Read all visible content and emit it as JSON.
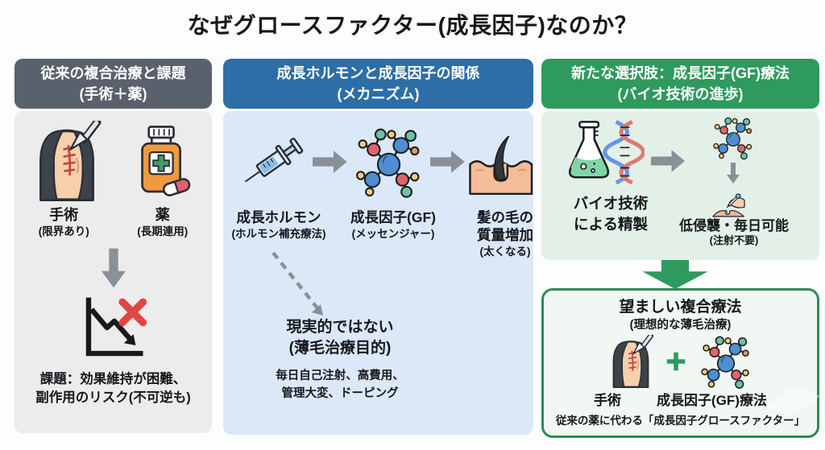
{
  "title": "なぜグロースファクター(成長因子)なのか？",
  "left": {
    "header": "従来の複合治療と課題\n(手術＋薬)",
    "surgery_label": "手術",
    "surgery_sub": "(限界あり)",
    "drug_label": "薬",
    "drug_sub": "(長期連用)",
    "caption": "課題：効果維持が困難、\n副作用のリスク(不可逆も)"
  },
  "middle": {
    "header": "成長ホルモンと成長因子の関係\n(メカニズム)",
    "step1_label": "成長ホルモン",
    "step1_sub": "(ホルモン補充療法)",
    "step2_label": "成長因子(GF)",
    "step2_sub": "(メッセンジャー)",
    "step3_label": "髪の毛の\n質量増加",
    "step3_sub": "(太くなる)",
    "conclusion": "現実的ではない\n(薄毛治療目的)",
    "reasons": "毎日自己注射、高費用、\n管理大変、ドーピング"
  },
  "right": {
    "header": "新たな選択肢：成長因子(GF)療法\n(バイオ技術の進歩)",
    "bio_label": "バイオ技術\nによる精製",
    "daily_label": "低侵襲・毎日可能",
    "daily_sub": "(注射不要)",
    "box": {
      "title": "望ましい複合療法",
      "subtitle": "(理想的な薄毛治療)",
      "surgery_label": "手術",
      "gf_label": "成長因子(GF)療法",
      "footer": "従来の薬に代わる「成長因子グロースファクター」"
    }
  },
  "icons": {
    "surgery_head": "balding-head-with-scalpel-and-stitches",
    "medicine_bottle": "orange-pill-bottle-with-green-cross-and-capsule",
    "declining_chart": "downward-graph-with-red-x",
    "syringe": "blue-syringe",
    "molecule": "blue-growth-factor-molecule",
    "hair_follicle": "hair-strand-in-skin",
    "flask_dna": "erlenmeyer-flask-with-dna-helix",
    "dropper": "hand-applying-dropper-to-scalp",
    "plus": "green-plus-sign",
    "arrows": "gray-flow-arrows-and-green-block-arrow"
  },
  "colors": {
    "left_header_bg": "#59616c",
    "middle_header_bg": "#2d6ea7",
    "right_header_bg": "#2f9a5d",
    "left_body_bg": "#ececec",
    "middle_body_bg": "#dbe8f7",
    "right_body_bg": "#e3f0e7",
    "result_box_bg": "#f1f8f3",
    "result_box_border": "#2e8b57",
    "arrow_gray": "#8a9097",
    "alert_red": "#e04444"
  }
}
